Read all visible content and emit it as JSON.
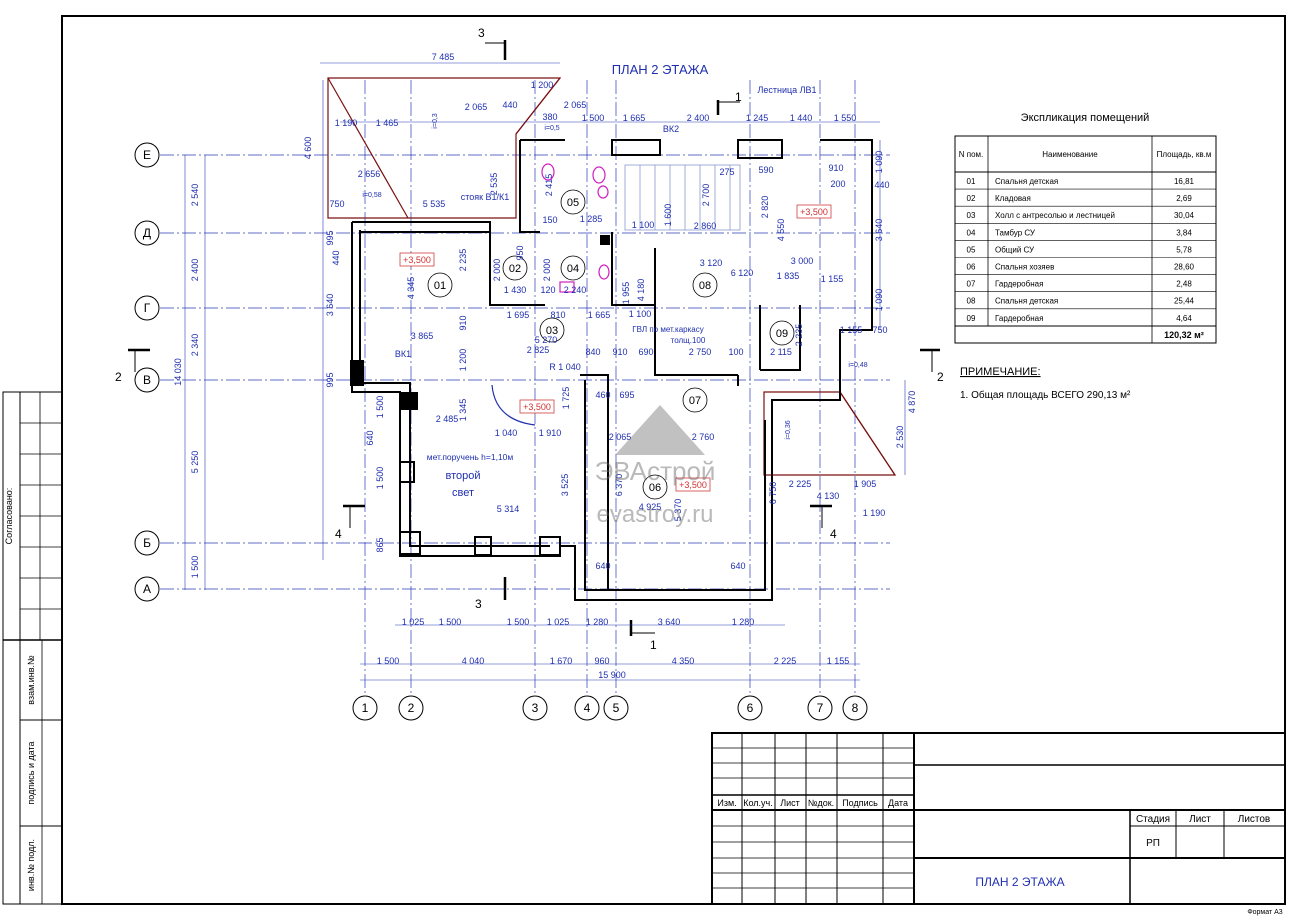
{
  "sheet": {
    "title": "ПЛАН 2 ЭТАЖА",
    "stamp_title": "ПЛАН 2 ЭТАЖА",
    "format": "Формат А3",
    "watermark_brand": "ЭВАстрой",
    "watermark_url": "evastroy.ru"
  },
  "side_stamp": {
    "agreement": "Согласовано:",
    "inv_sub": "взам.инв.№",
    "sign_date": "подпись и дата",
    "inv_orig": "инв.№ подл."
  },
  "title_block": {
    "cols": [
      "Изм.",
      "Кол.уч.",
      "Лист",
      "№док.",
      "Подпись",
      "Дата"
    ],
    "stage_label": "Стадия",
    "sheet_label": "Лист",
    "sheets_label": "Листов",
    "stage_value": "РП"
  },
  "explication": {
    "title": "Экспликация помещений",
    "headers": [
      "N пом.",
      "Наименование",
      "Площадь, кв.м"
    ],
    "rows": [
      [
        "01",
        "Спальня детская",
        "16,81"
      ],
      [
        "02",
        "Кладовая",
        "2,69"
      ],
      [
        "03",
        "Холл с антресолью и лестницей",
        "30,04"
      ],
      [
        "04",
        "Тамбур СУ",
        "3,84"
      ],
      [
        "05",
        "Общий СУ",
        "5,78"
      ],
      [
        "06",
        "Спальня хозяев",
        "28,60"
      ],
      [
        "07",
        "Гардеробная",
        "2,48"
      ],
      [
        "08",
        "Спальня детская",
        "25,44"
      ],
      [
        "09",
        "Гардеробная",
        "4,64"
      ]
    ],
    "total": "120,32 м²"
  },
  "note": {
    "label": "ПРИМЕЧАНИЕ:",
    "text": "1. Общая площадь ВСЕГО 290,13 м²"
  },
  "axes": {
    "rows": [
      "Е",
      "Д",
      "Г",
      "В",
      "Б",
      "А"
    ],
    "cols": [
      "1",
      "2",
      "3",
      "4",
      "5",
      "6",
      "7",
      "8"
    ]
  },
  "sections": {
    "s1": "1",
    "s2": "2",
    "s3": "3",
    "s4": "4"
  },
  "rooms": {
    "r01": "01",
    "r02": "02",
    "r03": "03",
    "r04": "04",
    "r05": "05",
    "r06": "06",
    "r07": "07",
    "r08": "08",
    "r09": "09"
  },
  "plan_labels": {
    "stair": "Лестница ЛВ1",
    "vk1": "ВК1",
    "vk2": "ВК2",
    "riser": "стояк В1/К1",
    "handrail": "мет.поручень h=1,10м",
    "second_light_1": "второй",
    "second_light_2": "свет",
    "gvl1": "ГВЛ по мет.каркасу",
    "gvl2": "толщ.100",
    "level": "+3,500",
    "r1040": "R 1 040",
    "slope1": "i=0,3",
    "slope2": "i=0,5",
    "slope3": "i=0,58",
    "slope4": "i=0,48",
    "slope5": "i=0,36"
  },
  "dims": {
    "top_total": "7 485",
    "top": [
      "1 190",
      "1 465",
      "2 065",
      "440",
      "1 200",
      "380",
      "2 065",
      "1 500",
      "1 665",
      "2 400",
      "1 245",
      "1 440",
      "1 550"
    ],
    "bottom1": [
      "1 025",
      "1 500",
      "1 500",
      "1 025",
      "1 280",
      "3 640",
      "1 280"
    ],
    "bottom2": [
      "1 500",
      "4 040",
      "1 670",
      "960",
      "4 350",
      "2 225",
      "1 155"
    ],
    "bottom_total": "15 900",
    "left": [
      "2 540",
      "2 400",
      "2 340",
      "5 250",
      "1 500"
    ],
    "left_total": "14 030",
    "left_inner": [
      "4 600",
      "995",
      "440",
      "3 640",
      "995",
      "1 500",
      "640",
      "1 500",
      "865"
    ],
    "right": [
      "1 090",
      "3 640",
      "1 090",
      "4 870",
      "2 530"
    ],
    "inner": [
      "2 656",
      "750",
      "5 535",
      "2 535",
      "2 415",
      "1 285",
      "150",
      "950",
      "2 000",
      "2 000",
      "1 430",
      "120",
      "2 240",
      "4 345",
      "2 235",
      "3 865",
      "1 200",
      "1 345",
      "910",
      "1 695",
      "810",
      "1 665",
      "2 825",
      "5 270",
      "840",
      "910",
      "690",
      "1 100",
      "2 750",
      "100",
      "3 120",
      "6 120",
      "3 000",
      "1 835",
      "1 155",
      "2 115",
      "2 235",
      "2 485",
      "1 040",
      "1 910",
      "3 525",
      "6 370",
      "2 065",
      "2 760",
      "4 925",
      "5 370",
      "6 750",
      "2 225",
      "4 130",
      "1 905",
      "1 190",
      "5 314",
      "1 955",
      "4 180",
      "1 100",
      "2 860",
      "1 600",
      "2 700",
      "275",
      "590",
      "2 820",
      "4 550",
      "910",
      "200",
      "440",
      "1 155",
      "750",
      "1 725",
      "460",
      "695",
      "640",
      "640"
    ]
  }
}
